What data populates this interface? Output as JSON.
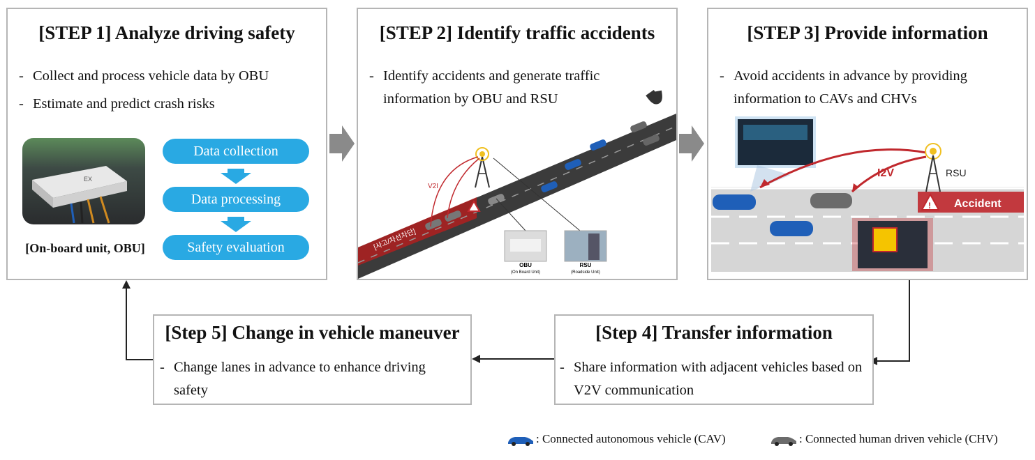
{
  "step1": {
    "title": "[STEP 1] Analyze driving safety",
    "bullets": [
      "Collect and process vehicle data by OBU",
      "Estimate and predict crash risks"
    ],
    "flow": [
      "Data collection",
      "Data processing",
      "Safety evaluation"
    ],
    "caption": "[On-board unit, OBU]",
    "device_label": "EX"
  },
  "step2": {
    "title": "[STEP 2] Identify traffic accidents",
    "bullets": [
      "Identify accidents and generate traffic information by OBU and RSU"
    ],
    "v2i_label": "V2I",
    "road_label": "[사고/차선차단]",
    "obu_label": "OBU",
    "obu_sub": "(On Board Unit)",
    "rsu_label": "RSU",
    "rsu_sub": "(Roadside Unit)"
  },
  "step3": {
    "title": "[STEP 3] Provide information",
    "bullets": [
      "Avoid accidents in advance by providing information to CAVs and CHVs"
    ],
    "i2v_label": "I2V",
    "rsu_label": "RSU",
    "accident_label": "Accident"
  },
  "step4": {
    "title": "[Step 4] Transfer information",
    "bullets": [
      "Share information with adjacent vehicles based on V2V communication"
    ]
  },
  "step5": {
    "title": "[Step 5] Change in vehicle maneuver",
    "bullets": [
      "Change lanes in advance to enhance driving safety"
    ]
  },
  "legend": {
    "cav": ": Connected autonomous vehicle  (CAV)",
    "chv": ": Connected human driven vehicle  (CHV)"
  },
  "colors": {
    "pill": "#29a9e3",
    "cav": "#1f5fb8",
    "chv": "#6b6b6b",
    "accident": "#c0282d",
    "border": "#b5b5b5"
  }
}
